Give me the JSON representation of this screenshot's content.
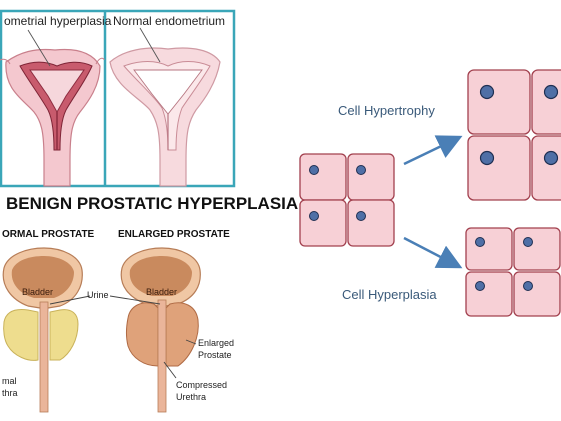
{
  "endometrium": {
    "hyperplasia_label": "ometrial hyperplasia",
    "normal_label": "Normal endometrium"
  },
  "prostate": {
    "title": "BENIGN PROSTATIC HYPERPLASIA",
    "normal_heading": "ORMAL PROSTATE",
    "enlarged_heading": "ENLARGED PROSTATE",
    "bladder_left": "Bladder",
    "bladder_right": "Bladder",
    "urine": "Urine",
    "enlarged": "Enlarged",
    "prostate_word": "Prostate",
    "compressed": "Compressed",
    "urethra_word": "Urethra",
    "normal_cut_1": "mal",
    "normal_cut_2": "thra"
  },
  "cells": {
    "hypertrophy_label": "Cell Hypertrophy",
    "hyperplasia_label": "Cell Hyperplasia"
  },
  "colors": {
    "frame": "#3aa6b8",
    "cell_fill": "#f7d0d6",
    "cell_stroke": "#a2404e",
    "nucleus": "#4f6fa6",
    "arrow": "#4a7fb6",
    "bladder": "#c98a5e",
    "prostate_normal": "#eedd8e",
    "prostate_enlarged": "#dfa27a"
  }
}
